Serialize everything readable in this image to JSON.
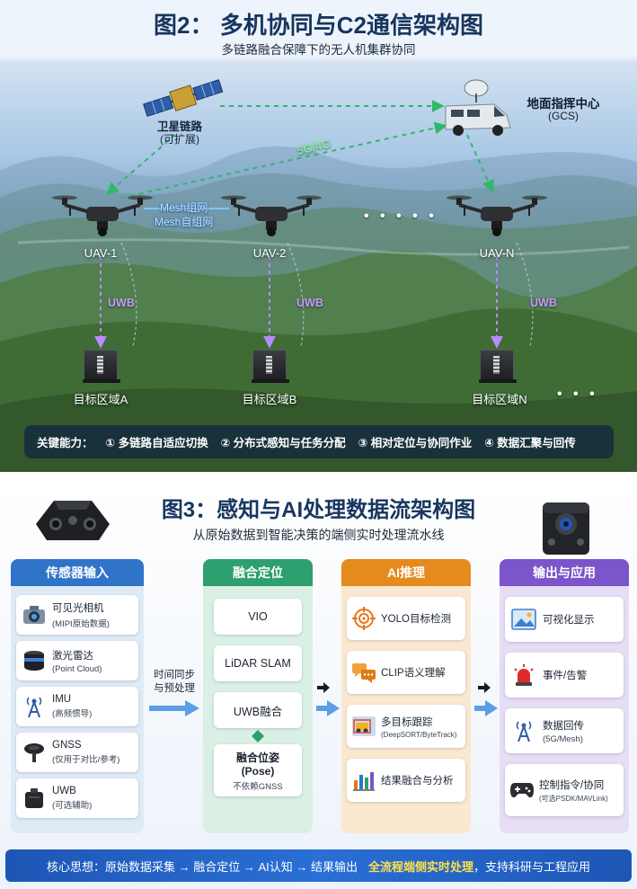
{
  "fig2": {
    "title": "图2： 多机协同与C2通信架构图",
    "subtitle": "多链路融合保障下的无人机集群协同",
    "satellite": {
      "label": "卫星链路",
      "sublabel": "(可扩展)"
    },
    "gcs": {
      "label": "地面指挥中心",
      "sublabel": "(GCS)"
    },
    "link_5g": "5G/4G",
    "mesh": [
      "Mesh组网",
      "Mesh自组网"
    ],
    "uavs": [
      "UAV-1",
      "UAV-2",
      "UAV-N"
    ],
    "uwb_label": "UWB",
    "ellipsis": "• • • • •",
    "targets": [
      "目标区域A",
      "目标区域B",
      "目标区域N"
    ],
    "targets_more": "• • •",
    "key_bar": {
      "title": "关键能力：",
      "items": [
        "① 多链路自适应切换",
        "② 分布式感知与任务分配",
        "③ 相对定位与协同作业",
        "④ 数据汇聚与回传"
      ]
    }
  },
  "fig3": {
    "title": "图3：感知与AI处理数据流架构图",
    "subtitle": "从原始数据到智能决策的端侧实时处理流水线",
    "sync_label": [
      "时间同步",
      "与预处理"
    ],
    "columns": [
      {
        "header": "传感器输入",
        "color": "#2f74c9",
        "items": [
          {
            "name": "可见光相机",
            "sub": "(MIPI原始数据)",
            "icon": "camera-icon"
          },
          {
            "name": "激光雷达",
            "sub": "(Point Cloud)",
            "icon": "lidar-icon"
          },
          {
            "name": "IMU",
            "sub": "(高频惯导)",
            "icon": "antenna-icon"
          },
          {
            "name": "GNSS",
            "sub": "(仅用于对比/参考)",
            "icon": "gnss-puck-icon"
          },
          {
            "name": "UWB",
            "sub": "(可选辅助)",
            "icon": "uwb-module-icon"
          }
        ]
      },
      {
        "header": "融合定位",
        "color": "#2e9f6e",
        "items": [
          "VIO",
          "LiDAR SLAM",
          "UWB融合"
        ],
        "pose": {
          "line1": "融合位姿",
          "line2": "(Pose)",
          "line3": "不依赖GNSS"
        }
      },
      {
        "header": "AI推理",
        "color": "#e58a1d",
        "items": [
          {
            "name": "YOLO目标检测",
            "sub": "",
            "icon": "target-icon"
          },
          {
            "name": "CLIP语义理解",
            "sub": "",
            "icon": "chat-icon"
          },
          {
            "name": "多目标跟踪",
            "sub": "(DeepSORT/ByteTrack)",
            "icon": "tracking-icon"
          },
          {
            "name": "结果融合与分析",
            "sub": "",
            "icon": "bar-chart-icon"
          }
        ]
      },
      {
        "header": "输出与应用",
        "color": "#7b55c9",
        "items": [
          {
            "name": "可视化显示",
            "sub": "",
            "icon": "image-icon"
          },
          {
            "name": "事件/告警",
            "sub": "",
            "icon": "alarm-icon"
          },
          {
            "name": "数据回传",
            "sub": "(5G/Mesh)",
            "icon": "antenna-icon"
          },
          {
            "name": "控制指令/协同",
            "sub": "(可选PSDK/MAVLink)",
            "icon": "gamepad-icon"
          }
        ]
      }
    ],
    "core_bar": {
      "lead": "核心思想：原始数据采集 → 融合定位 → AI认知 → 结果输出",
      "highlight": "全流程端侧实时处理",
      "tail": "，支持科研与工程应用"
    }
  }
}
